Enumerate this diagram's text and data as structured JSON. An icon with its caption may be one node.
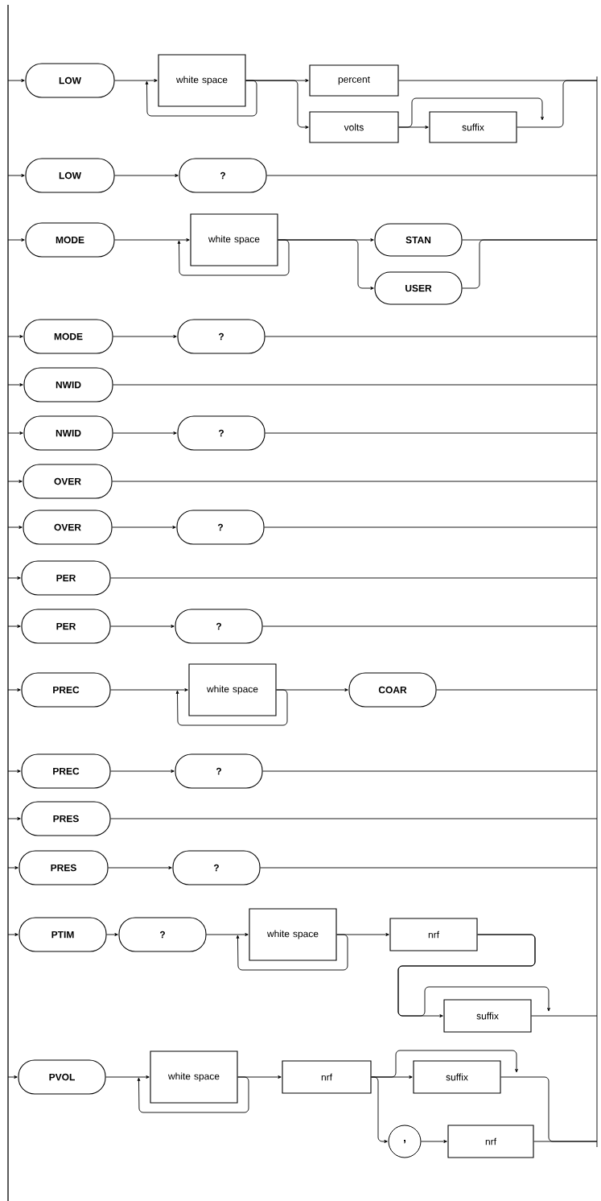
{
  "diagram": {
    "nodes": [
      {
        "text": [
          "LOW"
        ]
      },
      {
        "text": [
          "white space"
        ]
      },
      {
        "text": [
          "percent"
        ]
      },
      {
        "text": [
          "volts"
        ]
      },
      {
        "text": [
          "suffix"
        ]
      },
      {
        "text": [
          "LOW"
        ]
      },
      {
        "text": [
          "?"
        ]
      },
      {
        "text": [
          "MODE"
        ]
      },
      {
        "text": [
          "white space"
        ]
      },
      {
        "text": [
          "STAN"
        ]
      },
      {
        "text": [
          "USER"
        ]
      },
      {
        "text": [
          "MODE"
        ]
      },
      {
        "text": [
          "?"
        ]
      },
      {
        "text": [
          "NWID"
        ]
      },
      {
        "text": [
          "NWID"
        ]
      },
      {
        "text": [
          "?"
        ]
      },
      {
        "text": [
          "OVER"
        ]
      },
      {
        "text": [
          "OVER"
        ]
      },
      {
        "text": [
          "?"
        ]
      },
      {
        "text": [
          "PER"
        ]
      },
      {
        "text": [
          "PER"
        ]
      },
      {
        "text": [
          "?"
        ]
      },
      {
        "text": [
          "PREC"
        ]
      },
      {
        "text": [
          "white space"
        ]
      },
      {
        "text": [
          "COAR"
        ]
      },
      {
        "text": [
          "PREC"
        ]
      },
      {
        "text": [
          "?"
        ]
      },
      {
        "text": [
          "PRES"
        ]
      },
      {
        "text": [
          "PRES"
        ]
      },
      {
        "text": [
          "?"
        ]
      },
      {
        "text": [
          "PTIM"
        ]
      },
      {
        "text": [
          "?"
        ]
      },
      {
        "text": [
          "white space"
        ]
      },
      {
        "text": [
          "nrf"
        ]
      },
      {
        "text": [
          "suffix"
        ]
      },
      {
        "text": [
          "PVOL"
        ]
      },
      {
        "text": [
          "white space"
        ]
      },
      {
        "text": [
          "nrf"
        ]
      },
      {
        "text": [
          "suffix"
        ]
      },
      {
        "text": [
          ","
        ]
      },
      {
        "text": [
          "nrf"
        ]
      }
    ],
    "edges": [
      {
        "from": null,
        "to": 0,
        "arrow": "to"
      },
      {
        "from": 0,
        "to": 1,
        "arrow": "to"
      },
      {
        "from": 1,
        "to": 1,
        "arrow": "to"
      },
      {
        "from": 1,
        "to": 2,
        "arrow": "to"
      },
      {
        "from": 1,
        "to": 3,
        "arrow": "to"
      },
      {
        "from": 2,
        "to": null,
        "arrow": "none"
      },
      {
        "from": 3,
        "to": 4,
        "arrow": "to"
      },
      {
        "from": 3,
        "to": null,
        "arrow": "to"
      },
      {
        "from": 4,
        "to": null,
        "arrow": "none"
      },
      {
        "from": null,
        "to": 5,
        "arrow": "to"
      },
      {
        "from": 5,
        "to": 6,
        "arrow": "to"
      },
      {
        "from": 6,
        "to": null,
        "arrow": "none"
      },
      {
        "from": null,
        "to": 7,
        "arrow": "to"
      },
      {
        "from": 7,
        "to": 8,
        "arrow": "to"
      },
      {
        "from": 8,
        "to": 8,
        "arrow": "to"
      },
      {
        "from": 8,
        "to": 9,
        "arrow": "to"
      },
      {
        "from": 8,
        "to": 10,
        "arrow": "to"
      },
      {
        "from": 9,
        "to": null,
        "arrow": "none"
      },
      {
        "from": 10,
        "to": null,
        "arrow": "none"
      },
      {
        "from": null,
        "to": 11,
        "arrow": "to"
      },
      {
        "from": 11,
        "to": 12,
        "arrow": "to"
      },
      {
        "from": 12,
        "to": null,
        "arrow": "none"
      },
      {
        "from": null,
        "to": 13,
        "arrow": "to"
      },
      {
        "from": 13,
        "to": null,
        "arrow": "none"
      },
      {
        "from": null,
        "to": 14,
        "arrow": "to"
      },
      {
        "from": 14,
        "to": 15,
        "arrow": "to"
      },
      {
        "from": 15,
        "to": null,
        "arrow": "none"
      },
      {
        "from": null,
        "to": 16,
        "arrow": "to"
      },
      {
        "from": 16,
        "to": null,
        "arrow": "none"
      },
      {
        "from": null,
        "to": 17,
        "arrow": "to"
      },
      {
        "from": 17,
        "to": 18,
        "arrow": "to"
      },
      {
        "from": 18,
        "to": null,
        "arrow": "none"
      },
      {
        "from": null,
        "to": 19,
        "arrow": "to"
      },
      {
        "from": 19,
        "to": null,
        "arrow": "none"
      },
      {
        "from": null,
        "to": 20,
        "arrow": "to"
      },
      {
        "from": 20,
        "to": 21,
        "arrow": "to"
      },
      {
        "from": 21,
        "to": null,
        "arrow": "none"
      },
      {
        "from": null,
        "to": 22,
        "arrow": "to"
      },
      {
        "from": 22,
        "to": 23,
        "arrow": "to"
      },
      {
        "from": 23,
        "to": 23,
        "arrow": "to"
      },
      {
        "from": 23,
        "to": 24,
        "arrow": "to"
      },
      {
        "from": 24,
        "to": null,
        "arrow": "none"
      },
      {
        "from": null,
        "to": 25,
        "arrow": "to"
      },
      {
        "from": 25,
        "to": 26,
        "arrow": "to"
      },
      {
        "from": 26,
        "to": null,
        "arrow": "none"
      },
      {
        "from": null,
        "to": 27,
        "arrow": "to"
      },
      {
        "from": 27,
        "to": null,
        "arrow": "none"
      },
      {
        "from": null,
        "to": 28,
        "arrow": "to"
      },
      {
        "from": 28,
        "to": 29,
        "arrow": "to"
      },
      {
        "from": 29,
        "to": null,
        "arrow": "none"
      },
      {
        "from": null,
        "to": 30,
        "arrow": "to"
      },
      {
        "from": 30,
        "to": 31,
        "arrow": "to"
      },
      {
        "from": 31,
        "to": 32,
        "arrow": "to"
      },
      {
        "from": 32,
        "to": 32,
        "arrow": "to"
      },
      {
        "from": 32,
        "to": 33,
        "arrow": "to"
      },
      {
        "from": 33,
        "to": 34,
        "arrow": "to"
      },
      {
        "from": 33,
        "to": null,
        "arrow": "to"
      },
      {
        "from": 34,
        "to": null,
        "arrow": "none"
      },
      {
        "from": null,
        "to": 35,
        "arrow": "to"
      },
      {
        "from": 35,
        "to": 36,
        "arrow": "to"
      },
      {
        "from": 36,
        "to": 36,
        "arrow": "to"
      },
      {
        "from": 36,
        "to": 37,
        "arrow": "to"
      },
      {
        "from": 37,
        "to": 38,
        "arrow": "to"
      },
      {
        "from": 37,
        "to": null,
        "arrow": "to"
      },
      {
        "from": 37,
        "to": 39,
        "arrow": "to"
      },
      {
        "from": 39,
        "to": 40,
        "arrow": "to"
      },
      {
        "from": 38,
        "to": null,
        "arrow": "none"
      },
      {
        "from": 40,
        "to": null,
        "arrow": "none"
      }
    ]
  }
}
